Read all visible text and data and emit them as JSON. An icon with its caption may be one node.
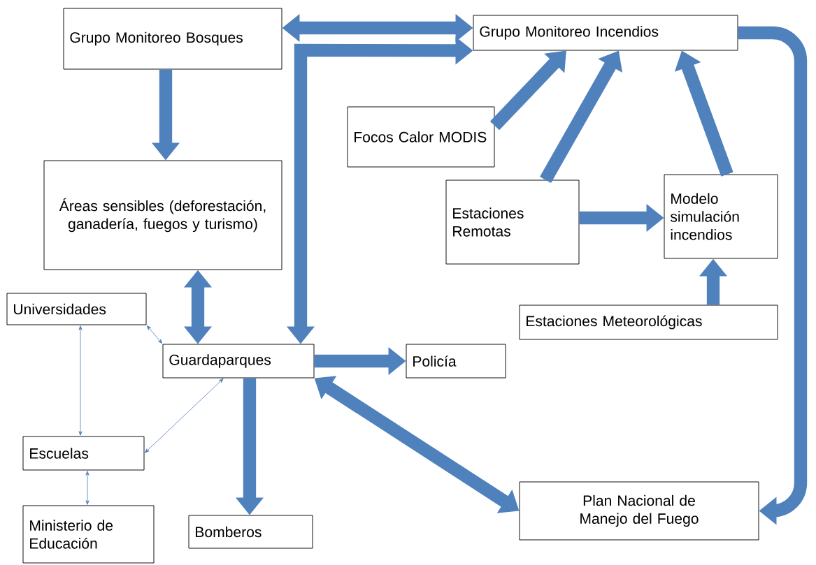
{
  "diagram": {
    "nodes": [
      {
        "text": [
          "Grupo Monitoreo Bosques"
        ]
      },
      {
        "text": [
          "Grupo Monitoreo Incendios"
        ]
      },
      {
        "text": [
          "Focos Calor MODIS"
        ]
      },
      {
        "text": [
          "Áreas sensibles (deforestación, ganadería, fuegos y turismo)"
        ]
      },
      {
        "text": [
          "Estaciones Remotas"
        ]
      },
      {
        "text": [
          "Modelo simulación incendios"
        ]
      },
      {
        "text": [
          "Universidades"
        ]
      },
      {
        "text": [
          "Estaciones Meteorológicas"
        ]
      },
      {
        "text": [
          "Guardaparques"
        ]
      },
      {
        "text": [
          "Policía"
        ]
      },
      {
        "text": [
          "Escuelas"
        ]
      },
      {
        "text": [
          "Ministerio de Educación"
        ]
      },
      {
        "text": [
          "Bomberos"
        ]
      },
      {
        "text": [
          "Plan Nacional de Manejo del Fuego"
        ]
      }
    ],
    "edges": [
      {
        "from": 0,
        "to": 1,
        "arrow": "both"
      },
      {
        "from": 0,
        "to": 3,
        "arrow": "to"
      },
      {
        "from": 3,
        "to": 8,
        "arrow": "both"
      },
      {
        "from": 8,
        "to": 1,
        "arrow": "both"
      },
      {
        "from": 2,
        "to": 1,
        "arrow": "to"
      },
      {
        "from": 4,
        "to": 1,
        "arrow": "to"
      },
      {
        "from": 5,
        "to": 1,
        "arrow": "to"
      },
      {
        "from": 4,
        "to": 5,
        "arrow": "to"
      },
      {
        "from": 7,
        "to": 5,
        "arrow": "to"
      },
      {
        "from": 1,
        "to": 13,
        "arrow": "to"
      },
      {
        "from": 8,
        "to": 9,
        "arrow": "to"
      },
      {
        "from": 8,
        "to": 12,
        "arrow": "to"
      },
      {
        "from": 8,
        "to": 13,
        "arrow": "both"
      },
      {
        "from": 6,
        "to": 8,
        "arrow": "both"
      },
      {
        "from": 6,
        "to": 10,
        "arrow": "both"
      },
      {
        "from": 10,
        "to": 8,
        "arrow": "both"
      },
      {
        "from": 10,
        "to": 11,
        "arrow": "both"
      }
    ]
  }
}
